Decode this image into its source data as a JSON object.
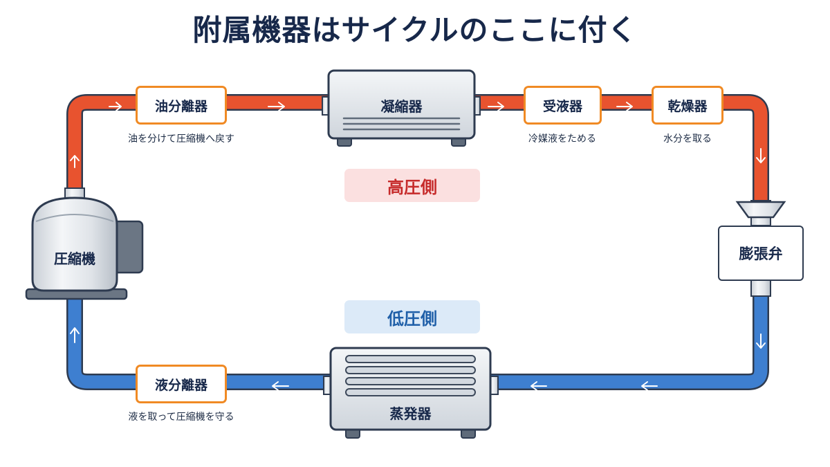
{
  "title": "附属機器はサイクルのここに付く",
  "zones": {
    "high": "高圧側",
    "low": "低圧側"
  },
  "devices": {
    "compressor": "圧縮機",
    "condenser": "凝縮器",
    "evaporator": "蒸発器",
    "expansion_valve": "膨張弁"
  },
  "accessories": [
    {
      "name": "油分離器",
      "note": "油を分けて圧縮機へ戻す"
    },
    {
      "name": "受液器",
      "note": "冷媒液をためる"
    },
    {
      "name": "乾燥器",
      "note": "水分を取る"
    },
    {
      "name": "液分離器",
      "note": "液を取って圧縮機を守る"
    }
  ],
  "colors": {
    "high_pipe": "#e8532f",
    "low_pipe": "#3e7fd0",
    "accessory_border": "#f08a24"
  }
}
